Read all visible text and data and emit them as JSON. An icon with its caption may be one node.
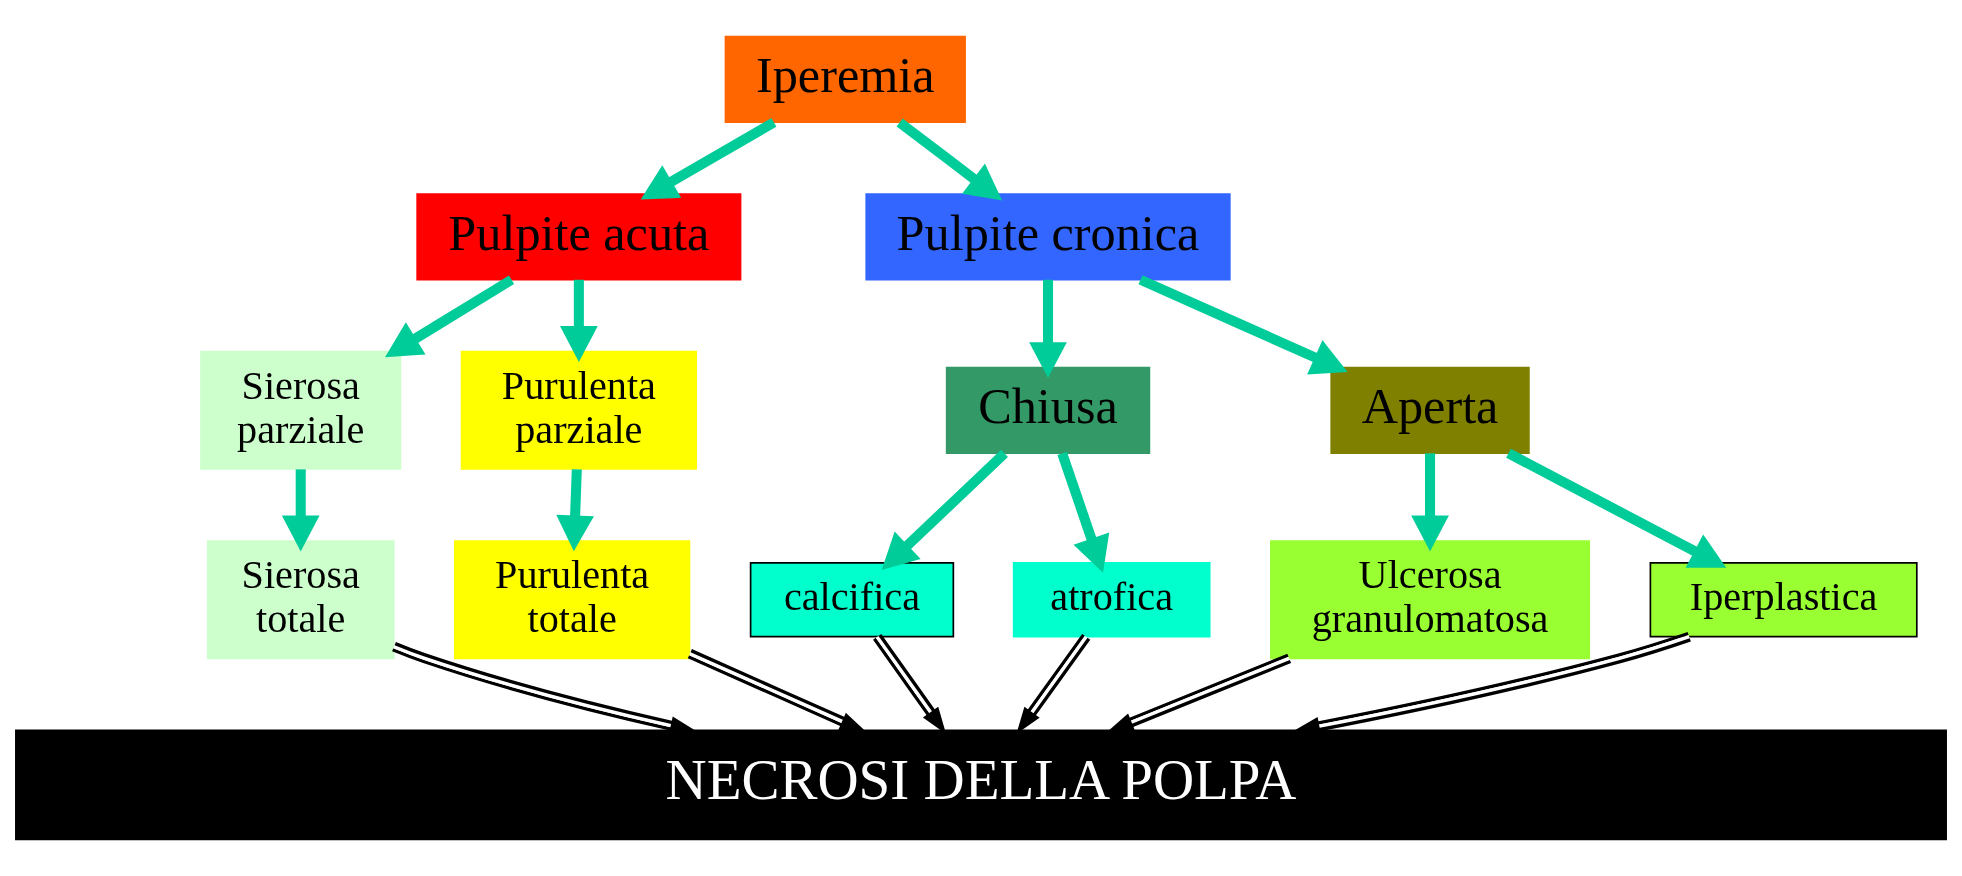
{
  "diagram": {
    "nodes": [
      {
        "text": [
          "Iperemia"
        ]
      },
      {
        "text": [
          "Pulpite acuta"
        ]
      },
      {
        "text": [
          "Pulpite cronica"
        ]
      },
      {
        "text": [
          "Sierosa parziale"
        ]
      },
      {
        "text": [
          "Purulenta parziale"
        ]
      },
      {
        "text": [
          "Sierosa totale"
        ]
      },
      {
        "text": [
          "Purulenta totale"
        ]
      },
      {
        "text": [
          "Chiusa"
        ]
      },
      {
        "text": [
          "Aperta"
        ]
      },
      {
        "text": [
          "calcifica"
        ]
      },
      {
        "text": [
          "atrofica"
        ]
      },
      {
        "text": [
          "Ulcerosa granulomatosa"
        ]
      },
      {
        "text": [
          "Iperplastica"
        ]
      },
      {
        "text": [
          "NECROSI DELLA POLPA"
        ]
      }
    ],
    "edges": [
      {
        "from": 0,
        "to": 1,
        "arrow": "to"
      },
      {
        "from": 0,
        "to": 2,
        "arrow": "to"
      },
      {
        "from": 1,
        "to": 3,
        "arrow": "to"
      },
      {
        "from": 1,
        "to": 4,
        "arrow": "to"
      },
      {
        "from": 3,
        "to": 5,
        "arrow": "to"
      },
      {
        "from": 4,
        "to": 6,
        "arrow": "to"
      },
      {
        "from": 2,
        "to": 7,
        "arrow": "to"
      },
      {
        "from": 2,
        "to": 8,
        "arrow": "to"
      },
      {
        "from": 7,
        "to": 9,
        "arrow": "to"
      },
      {
        "from": 7,
        "to": 10,
        "arrow": "to"
      },
      {
        "from": 8,
        "to": 11,
        "arrow": "to"
      },
      {
        "from": 8,
        "to": 12,
        "arrow": "to"
      },
      {
        "from": 5,
        "to": 13,
        "arrow": "to",
        "color": "#000000"
      },
      {
        "from": 6,
        "to": 13,
        "arrow": "to",
        "color": "#000000"
      },
      {
        "from": 9,
        "to": 13,
        "arrow": "to",
        "color": "#000000"
      },
      {
        "from": 10,
        "to": 13,
        "arrow": "to",
        "color": "#000000"
      },
      {
        "from": 11,
        "to": 13,
        "arrow": "to",
        "color": "#000000"
      },
      {
        "from": 12,
        "to": 13,
        "arrow": "to",
        "color": "#000000"
      }
    ]
  }
}
